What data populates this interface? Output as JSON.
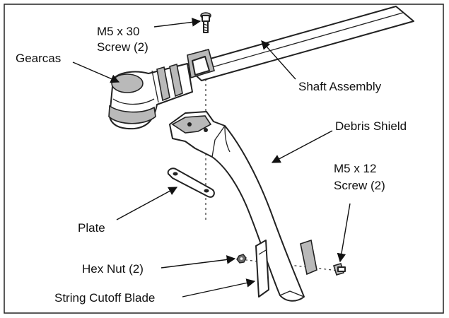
{
  "labels": {
    "m5x30_line1": "M5 x 30",
    "m5x30_line2": "Screw (2)",
    "gearcase": "Gearcas",
    "shaft": "Shaft Assembly",
    "shield": "Debris Shield",
    "m5x12_line1": "M5 x 12",
    "m5x12_line2": "Screw (2)",
    "plate": "Plate",
    "hexnut": "Hex Nut (2)",
    "blade": "String Cutoff Blade"
  }
}
